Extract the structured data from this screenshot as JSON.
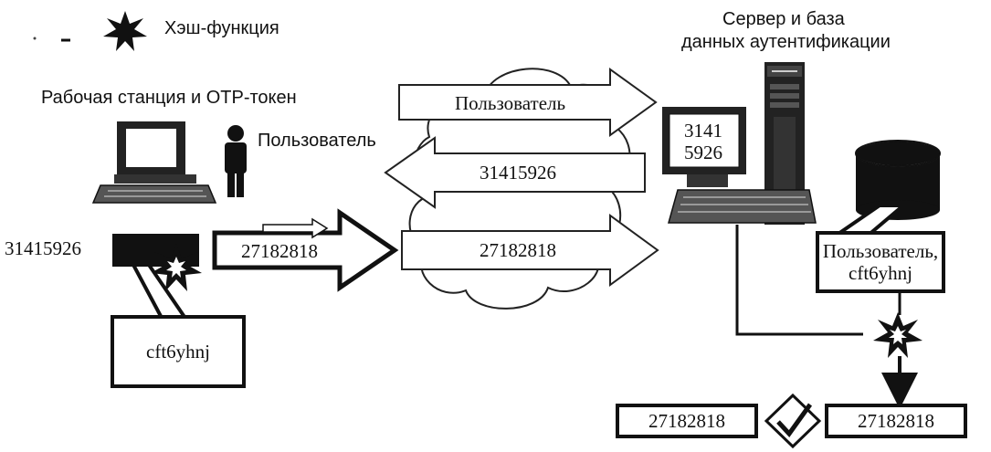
{
  "legend": {
    "hash_label": "Хэш-функция"
  },
  "workstation": {
    "title": "Рабочая станция и OTP-токен",
    "user_label": "Пользователь"
  },
  "server": {
    "title_line1": "Сервер и база",
    "title_line2": "данных аутентификации",
    "screen_line1": "3141",
    "screen_line2": "5926"
  },
  "token": {
    "challenge": "31415926",
    "secret_box": "cft6yhnj",
    "output_arrow": "27182818"
  },
  "arrows": {
    "user": "Пользователь",
    "challenge": "31415926",
    "response": "27182818"
  },
  "database": {
    "record_line1": "Пользователь,",
    "record_line2": "cft6yhnj"
  },
  "compare": {
    "left_value": "27182818",
    "right_value": "27182818"
  }
}
